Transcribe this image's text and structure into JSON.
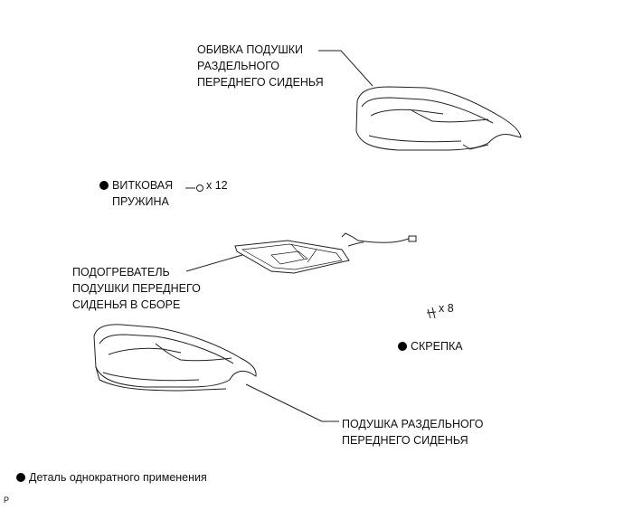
{
  "labels": {
    "cover": [
      "ОБИВКА ПОДУШКИ",
      "РАЗДЕЛЬНОГО",
      "ПЕРЕДНЕГО СИДЕНЬЯ"
    ],
    "spring": [
      "ВИТКОВАЯ",
      "ПРУЖИНА"
    ],
    "spring_qty": "x 12",
    "heater": [
      "ПОДОГРЕВАТЕЛЬ",
      "ПОДУШКИ ПЕРЕДНЕГО",
      "СИДЕНЬЯ В СБОРЕ"
    ],
    "clip_qty": "x 8",
    "clip": "СКРЕПКА",
    "cushion": [
      "ПОДУШКА РАЗДЕЛЬНОГО",
      "ПЕРЕДНЕГО СИДЕНЬЯ"
    ]
  },
  "legend": {
    "text": "Деталь однократного применения"
  },
  "page_marker": "P"
}
